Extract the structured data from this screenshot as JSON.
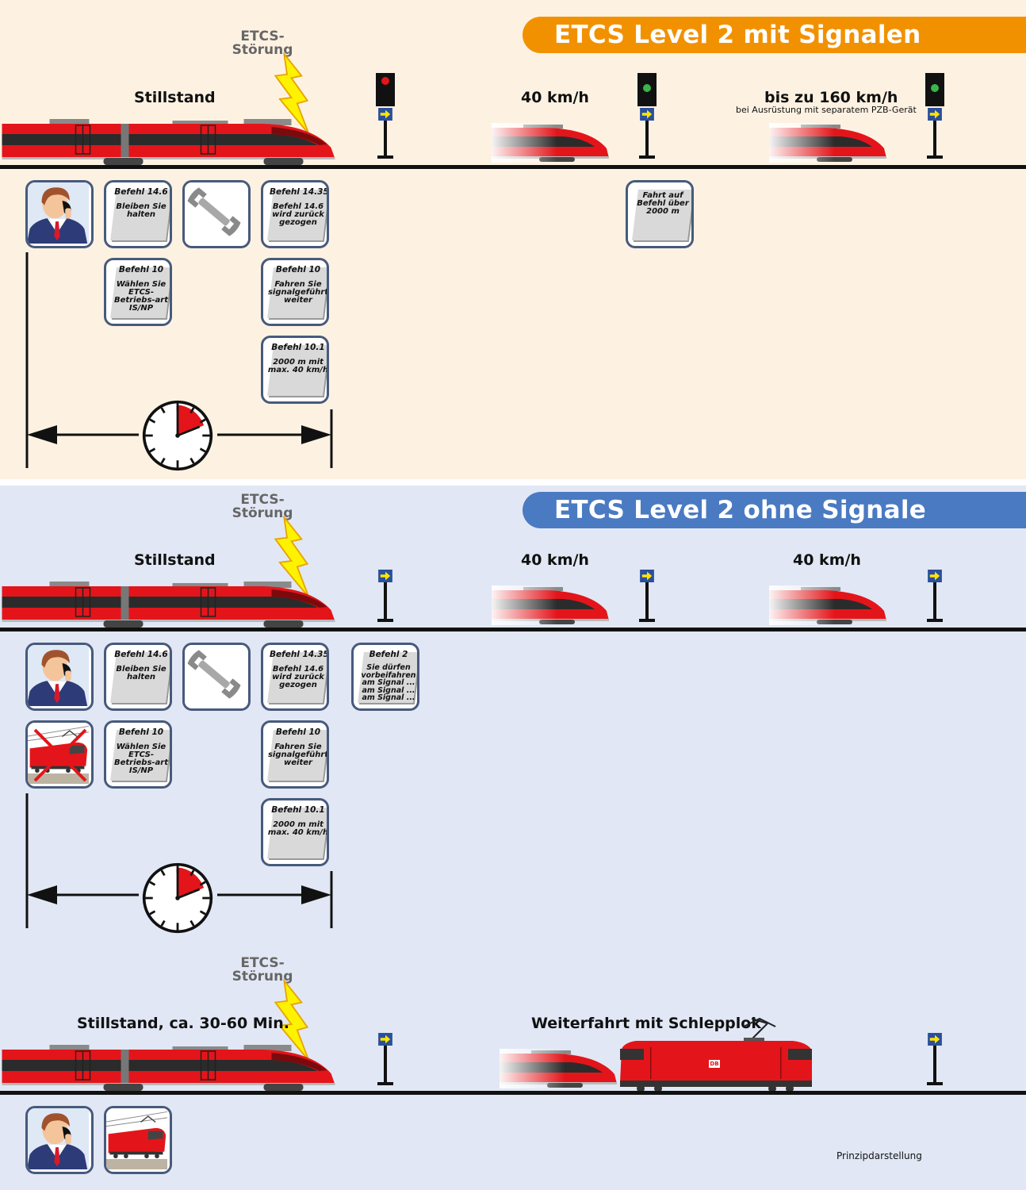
{
  "colors": {
    "banner_top": "#f29100",
    "banner_bottom": "#4a7ac2",
    "train_red": "#e3151a",
    "panel_top_bg": "#fdf2e2",
    "panel_bottom_bg": "#e1e7f4",
    "card_border": "#475a7c"
  },
  "section1": {
    "banner": "ETCS Level 2 mit Signalen",
    "fault_line1": "ETCS-",
    "fault_line2": "Störung",
    "label_standstill": "Stillstand",
    "label_speed_mid": "40 km/h",
    "label_speed_right": "bis zu 160 km/h",
    "label_speed_right_note": "bei Ausrüstung mit separatem PZB-Gerät",
    "signals": [
      "red",
      "green",
      "green"
    ],
    "cards": {
      "b146_h": "Befehl 14.6",
      "b146_b": "Bleiben Sie halten",
      "b1435_h": "Befehl 14.35",
      "b1435_b": "Befehl 14.6 wird zurück gezogen",
      "b10a_h": "Befehl 10",
      "b10a_b": "Wählen Sie ETCS-Betriebs-art IS/NP",
      "b10b_h": "Befehl 10",
      "b10b_b": "Fahren Sie signalgeführt weiter",
      "b101_h": "Befehl 10.1",
      "b101_b": "2000 m mit max. 40 km/h",
      "fahrt": "Fahrt auf Befehl über 2000 m"
    },
    "icons": [
      "dispatcher-phone-icon",
      "wrench-icon",
      "stopwatch-icon"
    ]
  },
  "section2": {
    "banner": "ETCS Level 2 ohne Signale",
    "fault_line1": "ETCS-",
    "fault_line2": "Störung",
    "label_standstill": "Stillstand",
    "label_speed_mid": "40 km/h",
    "label_speed_right": "40 km/h",
    "cards": {
      "b146_h": "Befehl 14.6",
      "b146_b": "Bleiben Sie halten",
      "b1435_h": "Befehl 14.35",
      "b1435_b": "Befehl 14.6 wird zurück gezogen",
      "b2_h": "Befehl 2",
      "b2_b": "Sie dürfen vorbeifahren am Signal ... am Signal ... am Signal ...",
      "b10a_h": "Befehl 10",
      "b10a_b": "Wählen Sie ETCS-Betriebs-art IS/NP",
      "b10b_h": "Befehl 10",
      "b10b_b": "Fahren Sie signalgeführt weiter",
      "b101_h": "Befehl 10.1",
      "b101_b": "2000 m mit max. 40 km/h"
    },
    "icons": [
      "dispatcher-phone-icon",
      "no-locomotive-icon",
      "wrench-icon",
      "stopwatch-icon"
    ]
  },
  "section3": {
    "fault_line1": "ETCS-",
    "fault_line2": "Störung",
    "label_standstill": "Stillstand, ca. 30-60 Min.",
    "label_tow": "Weiterfahrt mit Schlepplok",
    "loco_logo": "DB",
    "icons": [
      "dispatcher-phone-icon",
      "locomotive-icon"
    ]
  },
  "footnote": "Prinzipdarstellung"
}
